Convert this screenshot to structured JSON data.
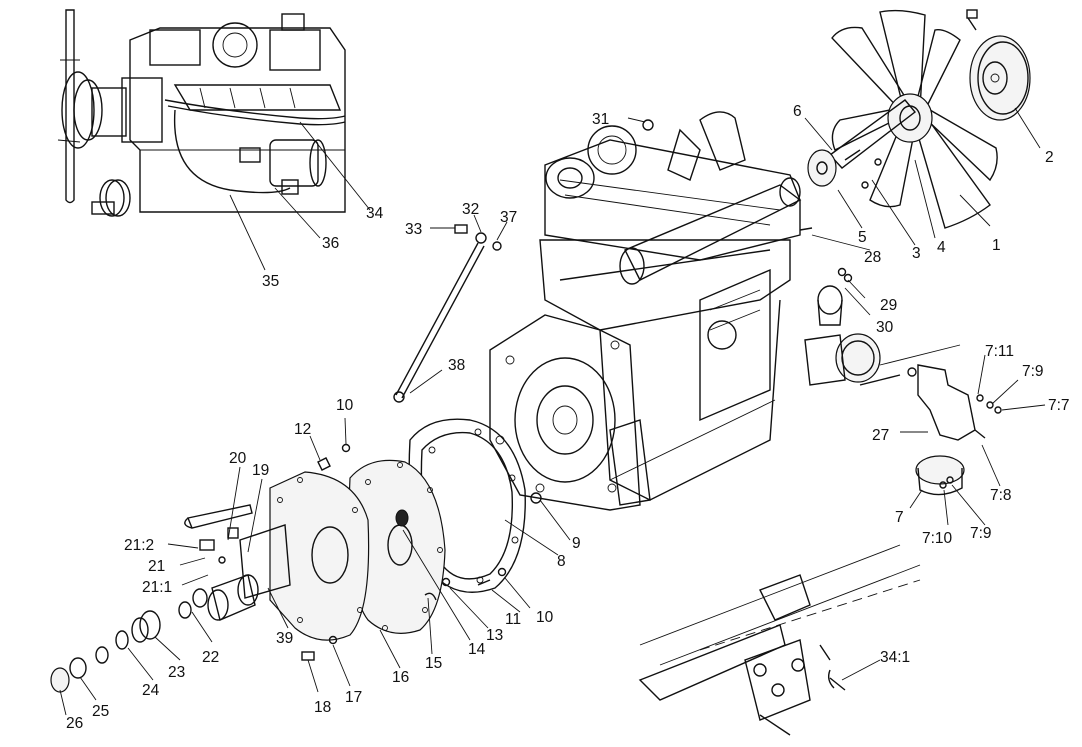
{
  "callouts": {
    "c1": "1",
    "c2": "2",
    "c3": "3",
    "c4": "4",
    "c5": "5",
    "c6": "6",
    "c7": "7",
    "c7_7": "7:7",
    "c7_8": "7:8",
    "c7_9a": "7:9",
    "c7_9b": "7:9",
    "c7_10": "7:10",
    "c7_11": "7:11",
    "c8": "8",
    "c9": "9",
    "c10a": "10",
    "c10b": "10",
    "c11": "11",
    "c12": "12",
    "c13": "13",
    "c14": "14",
    "c15": "15",
    "c16": "16",
    "c17": "17",
    "c18": "18",
    "c19": "19",
    "c20": "20",
    "c21": "21",
    "c21_1": "21:1",
    "c21_2": "21:2",
    "c22": "22",
    "c23": "23",
    "c24": "24",
    "c25": "25",
    "c26": "26",
    "c27": "27",
    "c28": "28",
    "c29": "29",
    "c30": "30",
    "c31": "31",
    "c32": "32",
    "c33": "33",
    "c34": "34",
    "c34_1": "34:1",
    "c35": "35",
    "c36": "36",
    "c37": "37",
    "c38": "38",
    "c39": "39"
  }
}
